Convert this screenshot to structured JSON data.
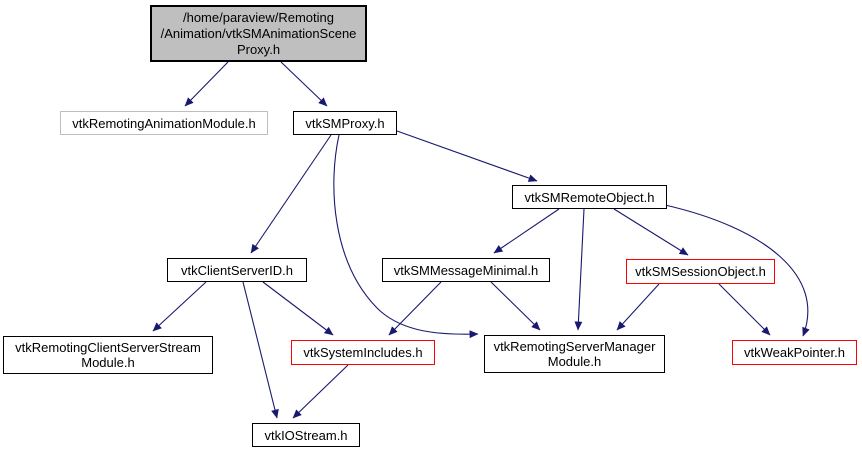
{
  "diagram": {
    "kind": "include-dependency-graph",
    "root_file": "/home/paraview/Remoting/Animation/vtkSMAnimationSceneProxy.h"
  },
  "colors": {
    "background": "#ffffff",
    "edge": "#191970",
    "text": "#000000",
    "node_fill": "#ffffff",
    "node_border": "#000000",
    "root_fill": "#bfbfbf",
    "undocumented_border": "#bebebe",
    "highlight_border": "#ff0000"
  },
  "nodes": [
    {
      "id": "root",
      "label": "/home/paraview/Remoting\n/Animation/vtkSMAnimationScene\nProxy.h",
      "style": "root"
    },
    {
      "id": "ram",
      "label": "vtkRemotingAnimationModule.h",
      "style": "undocumented"
    },
    {
      "id": "smp",
      "label": "vtkSMProxy.h",
      "style": "normal"
    },
    {
      "id": "sro",
      "label": "vtkSMRemoteObject.h",
      "style": "normal"
    },
    {
      "id": "csid",
      "label": "vtkClientServerID.h",
      "style": "normal"
    },
    {
      "id": "smm",
      "label": "vtkSMMessageMinimal.h",
      "style": "normal"
    },
    {
      "id": "sso",
      "label": "vtkSMSessionObject.h",
      "style": "highlight"
    },
    {
      "id": "rcss",
      "label": "vtkRemotingClientServerStream\nModule.h",
      "style": "normal"
    },
    {
      "id": "si",
      "label": "vtkSystemIncludes.h",
      "style": "highlight"
    },
    {
      "id": "rsm",
      "label": "vtkRemotingServerManager\nModule.h",
      "style": "normal"
    },
    {
      "id": "wp",
      "label": "vtkWeakPointer.h",
      "style": "highlight"
    },
    {
      "id": "ios",
      "label": "vtkIOStream.h",
      "style": "normal"
    }
  ],
  "edges": [
    {
      "from": "root",
      "to": "ram"
    },
    {
      "from": "root",
      "to": "smp"
    },
    {
      "from": "smp",
      "to": "csid"
    },
    {
      "from": "smp",
      "to": "rsm"
    },
    {
      "from": "smp",
      "to": "sro"
    },
    {
      "from": "sro",
      "to": "smm"
    },
    {
      "from": "sro",
      "to": "rsm"
    },
    {
      "from": "sro",
      "to": "sso"
    },
    {
      "from": "sro",
      "to": "wp"
    },
    {
      "from": "csid",
      "to": "rcss"
    },
    {
      "from": "csid",
      "to": "ios"
    },
    {
      "from": "csid",
      "to": "si"
    },
    {
      "from": "smm",
      "to": "si"
    },
    {
      "from": "smm",
      "to": "rsm"
    },
    {
      "from": "sso",
      "to": "rsm"
    },
    {
      "from": "sso",
      "to": "wp"
    },
    {
      "from": "si",
      "to": "ios"
    }
  ]
}
